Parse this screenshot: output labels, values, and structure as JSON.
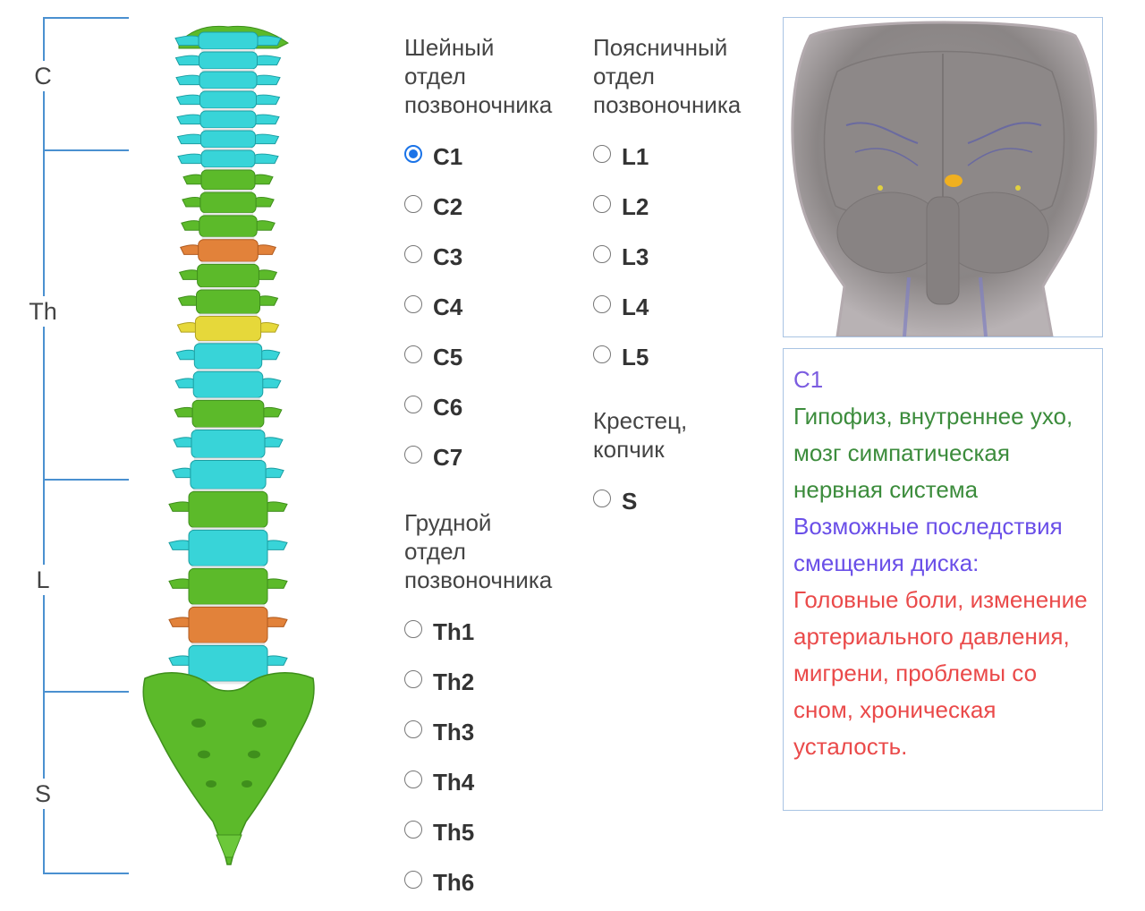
{
  "regions": [
    {
      "label": "C"
    },
    {
      "label": "Th"
    },
    {
      "label": "L"
    },
    {
      "label": "S"
    }
  ],
  "cervical": {
    "title": "Шейный\nотдел\nпозвоночника",
    "options": [
      "C1",
      "C2",
      "C3",
      "C4",
      "C5",
      "C6",
      "C7"
    ],
    "selected": "C1"
  },
  "thoracic": {
    "title": "Грудной\nотдел\nпозвоночника",
    "options": [
      "Th1",
      "Th2",
      "Th3",
      "Th4",
      "Th5",
      "Th6"
    ]
  },
  "lumbar": {
    "title": "Поясничный\nотдел\nпозвоночника",
    "options": [
      "L1",
      "L2",
      "L3",
      "L4",
      "L5"
    ]
  },
  "sacral": {
    "title": "Крестец,\nкопчик",
    "options": [
      "S"
    ]
  },
  "info": {
    "vertebra": "C1",
    "organs": "Гипофиз, внутреннее ухо, мозг симпатическая нервная система",
    "consequences_heading": "Возможные последствия смещения диска:",
    "consequences": "Головные боли, изменение артериального давления, мигрени, проблемы со сном, хроническая усталость."
  },
  "colors": {
    "accent": "#1a73e8",
    "bracket": "#4a90d0",
    "vertebra_cyan": "#38d4d8",
    "vertebra_green": "#5cba2a",
    "vertebra_orange": "#e2823a",
    "vertebra_yellow": "#e6d83a",
    "info_purple": "#7b5ce0",
    "info_green": "#3c8c3c",
    "info_red": "#ea4a4a"
  }
}
